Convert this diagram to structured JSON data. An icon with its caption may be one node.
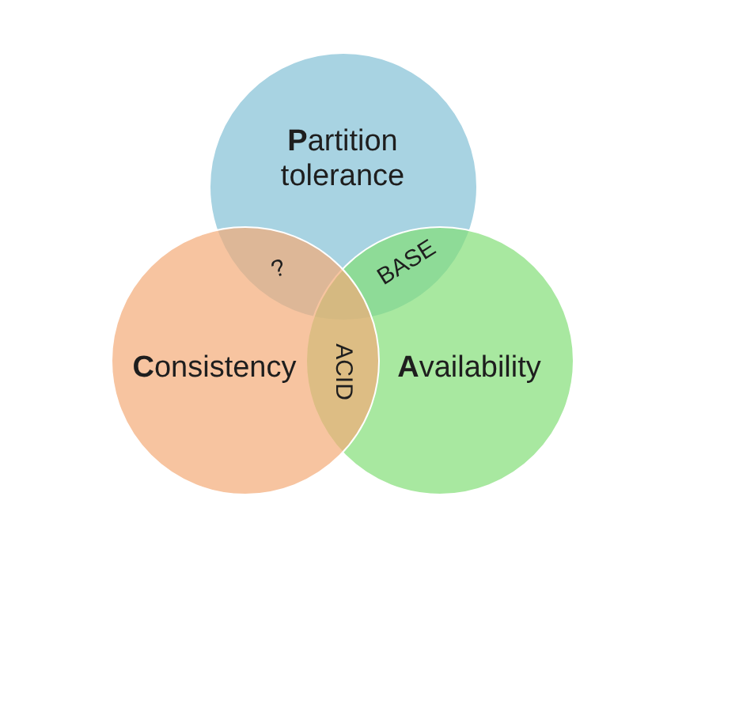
{
  "diagram": {
    "nodes": [
      {
        "text": [
          "**P**artition tolerance"
        ]
      },
      {
        "text": [
          "**C**onsistency"
        ]
      },
      {
        "text": [
          "**A**vailability"
        ]
      }
    ],
    "labels": [
      "?",
      "BASE",
      "ACID"
    ]
  }
}
